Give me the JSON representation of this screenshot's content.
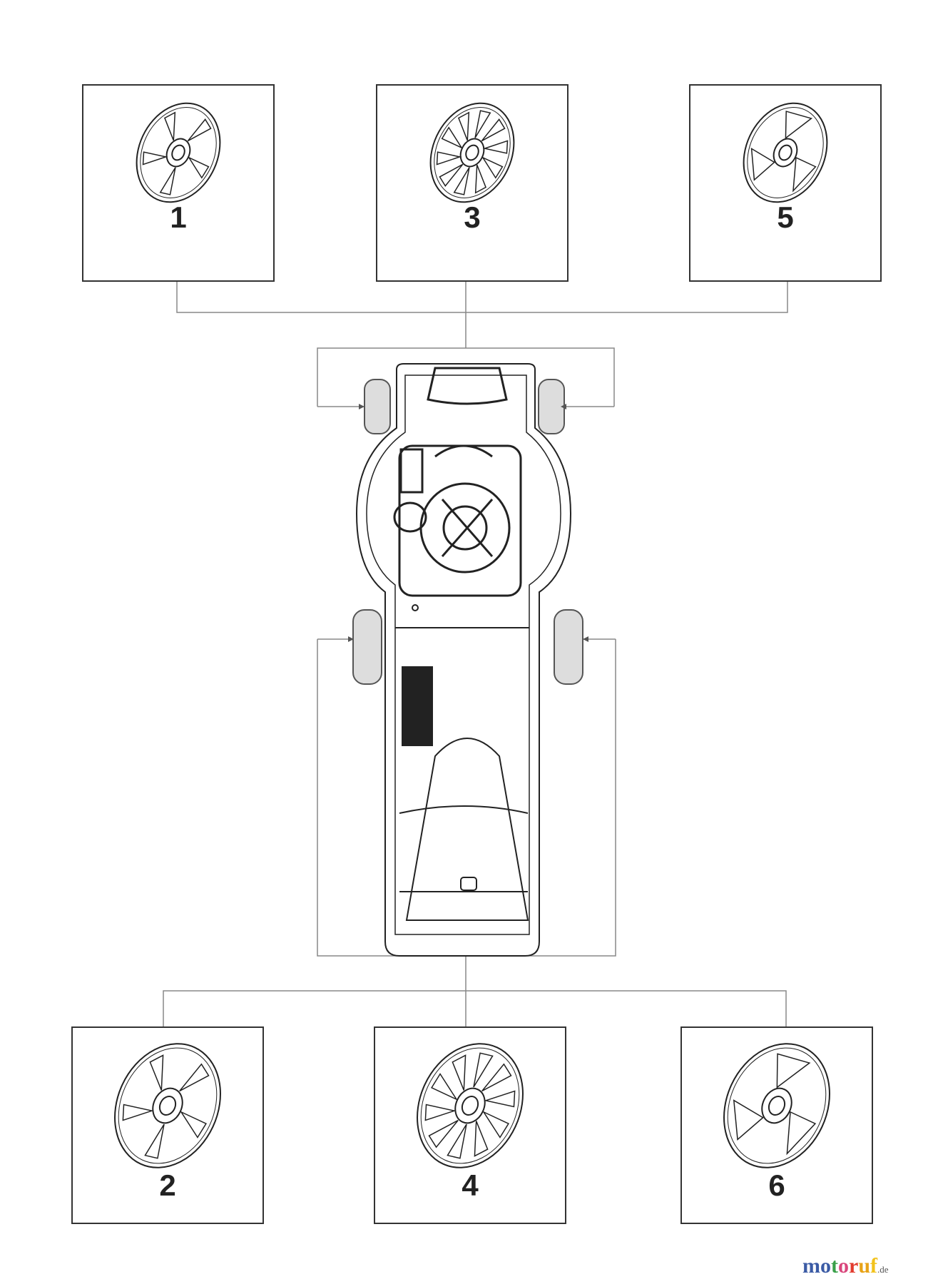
{
  "parts": [
    {
      "label": "1",
      "style": "five-spoke"
    },
    {
      "label": "3",
      "style": "ten-spoke"
    },
    {
      "label": "5",
      "style": "three-spoke"
    },
    {
      "label": "2",
      "style": "five-spoke"
    },
    {
      "label": "4",
      "style": "ten-spoke"
    },
    {
      "label": "6",
      "style": "three-spoke"
    }
  ],
  "watermark": {
    "brand": "motoruf",
    "suffix": ".de",
    "colors": [
      "#3b5ba5",
      "#3b5ba5",
      "#3aa04a",
      "#d9467c",
      "#e23b2e",
      "#e8a317",
      "#f2c21b"
    ]
  },
  "colors": {
    "line": "#888888",
    "box": "#333333",
    "wheel": "#dddddd"
  }
}
